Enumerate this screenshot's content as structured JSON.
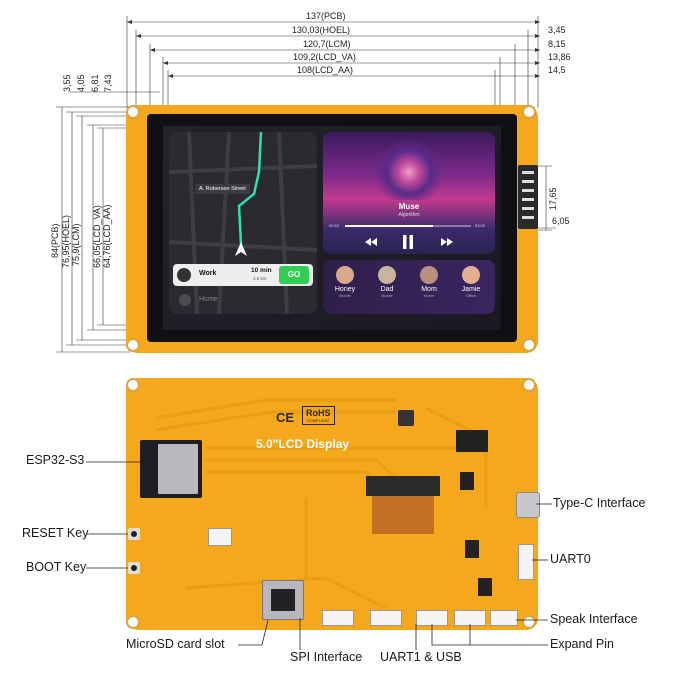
{
  "dimensions": {
    "top": [
      "137(PCB)",
      "130,03(HOEL)",
      "120,7(LCM)",
      "109,2(LCD_VA)",
      "108(LCD_AA)"
    ],
    "right_top": [
      "3,45",
      "8,15",
      "13,86",
      "14,5"
    ],
    "left_top": [
      "3,55",
      "4,05",
      "6,81",
      "7,43"
    ],
    "left_vertical": [
      "84(PCB)",
      "76,95(HOEL)",
      "75,9(LCM)",
      "66,05(LCD_VA)",
      "64,76(LCD_AA)"
    ],
    "right_side": [
      "17,65",
      "6,05"
    ]
  },
  "screen": {
    "map": {
      "street": "A. Roberson Street",
      "work_label": "Work",
      "time_value": "10 min",
      "time_sub": "3.5 km",
      "go_label": "GO",
      "home_label": "Home"
    },
    "music": {
      "title": "Muse",
      "artist": "Algorithm",
      "time_start": "00:52",
      "time_end": "03:20"
    },
    "contacts": [
      {
        "name": "Honey",
        "sub": "Mobile"
      },
      {
        "name": "Dad",
        "sub": "Mobile"
      },
      {
        "name": "Mom",
        "sub": "Home"
      },
      {
        "name": "Jamie",
        "sub": "Office"
      }
    ]
  },
  "board": {
    "silk_title": "5.0\"LCD Display",
    "ce_mark": "CE",
    "rohs": "RoHS",
    "rohs_sub": "COMPLIANT"
  },
  "callouts": {
    "esp32": "ESP32-S3",
    "reset": "RESET Key",
    "boot": "BOOT Key",
    "microsd": "MicroSD card slot",
    "spi": "SPI Interface",
    "uart1": "UART1 & USB",
    "typec": "Type-C Interface",
    "uart0": "UART0",
    "speak": "Speak Interface",
    "expand": "Expand Pin"
  },
  "colors": {
    "pcb": "#f5a81c",
    "accent_green": "#2fcf56",
    "route": "#2ee0b0"
  }
}
